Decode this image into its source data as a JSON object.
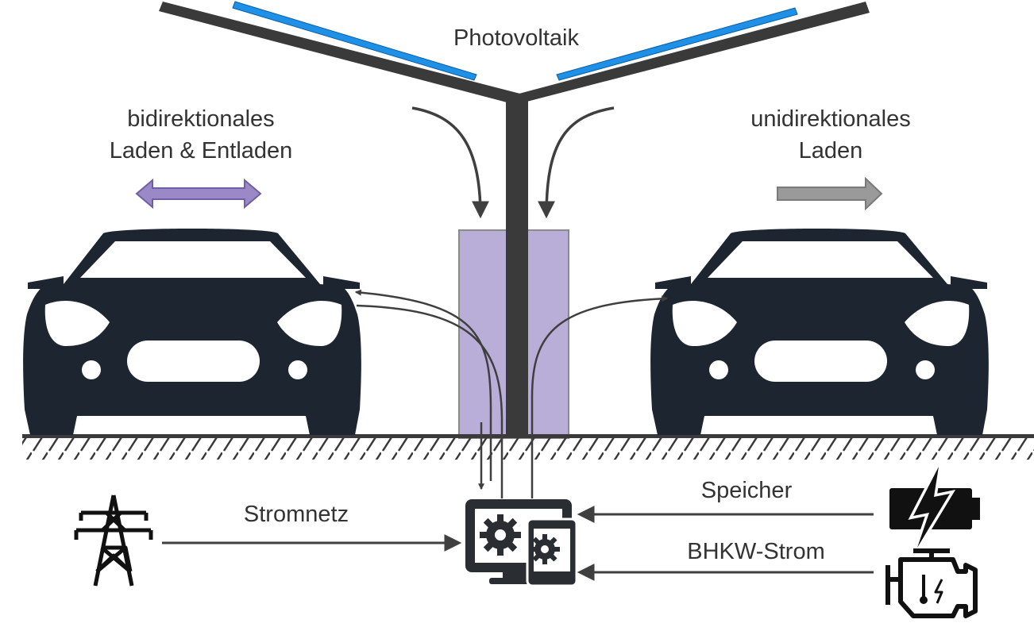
{
  "labels": {
    "photovoltaik": "Photovoltaik",
    "bidirectional_line1": "bidirektionales",
    "bidirectional_line2": "Laden & Entladen",
    "unidirectional_line1": "unidirektionales",
    "unidirectional_line2": "Laden",
    "stromnetz": "Stromnetz",
    "speicher": "Speicher",
    "bhkw": "BHKW-Strom"
  },
  "icons": {
    "pylon": "power-pylon-icon",
    "controller": "control-unit-gears-icon",
    "battery": "battery-lightning-icon",
    "engine": "engine-chp-icon",
    "car": "car-front-icon"
  },
  "colors": {
    "structure": "#3a3a3a",
    "solar_panel": "#1e90e6",
    "storage_box": "#b9aed8",
    "bidirectional_arrow": "#9b89c7",
    "unidirectional_arrow": "#9a9a9a",
    "car": "#1d2530",
    "flow_line": "#3f3f3f"
  }
}
